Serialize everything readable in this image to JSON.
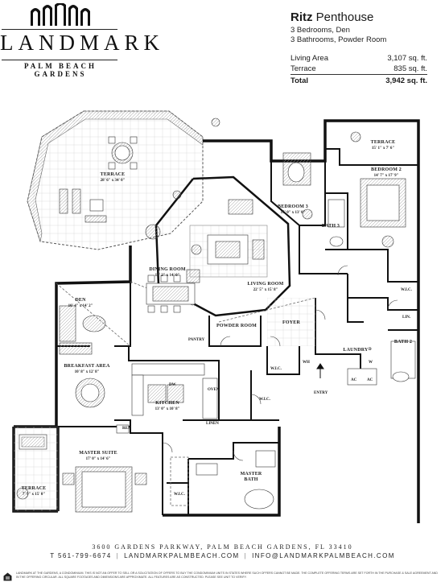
{
  "brand": {
    "wordmark": "LANDMARK",
    "subtitle": "PALM BEACH GARDENS"
  },
  "unit": {
    "name_bold": "Ritz",
    "name_rest": "Penthouse",
    "bedrooms": "3 Bedrooms, Den",
    "bathrooms": "3 Bathrooms, Powder Room",
    "areas": [
      {
        "label": "Living Area",
        "value": "3,107 sq. ft."
      },
      {
        "label": "Terrace",
        "value": "835 sq. ft."
      }
    ],
    "total": {
      "label": "Total",
      "value": "3,942 sq. ft."
    }
  },
  "rooms": {
    "terrace_main": {
      "name": "TERRACE",
      "dim": "28' 6\" x 34' 0\""
    },
    "terrace_top": {
      "name": "TERRACE",
      "dim": "15' 1\" x 7' 6\""
    },
    "bedroom2": {
      "name": "BEDROOM 2",
      "dim": "14' 7\" x 17' 9\""
    },
    "bedroom3": {
      "name": "BEDROOM 3",
      "dim": "15' 0\" x 13' 0\""
    },
    "bath3": {
      "name": "BATH 3"
    },
    "living": {
      "name": "LIVING ROOM",
      "dim": "22' 5\" x 15' 8\""
    },
    "dining": {
      "name": "DINING ROOM",
      "dim": "13' 2\" x 14' 0\""
    },
    "den": {
      "name": "DEN",
      "dim": "10' 4\" x 14' 2\""
    },
    "breakfast": {
      "name": "BREAKFAST AREA",
      "dim": "10' 8\" x 12' 8\""
    },
    "kitchen": {
      "name": "KITCHEN",
      "dim": "13' 0\" x 10' 8\""
    },
    "powder": {
      "name": "POWDER ROOM"
    },
    "foyer": {
      "name": "FOYER"
    },
    "laundry": {
      "name": "LAUNDRY"
    },
    "bath2": {
      "name": "BATH 2"
    },
    "master_suite": {
      "name": "MASTER SUITE",
      "dim": "17' 0\" x 14' 6\""
    },
    "master_bath": {
      "name": "MASTER",
      "name2": "BATH"
    },
    "terrace_bottom": {
      "name": "TERRACE",
      "dim": "7' 9\" x 15' 0\""
    }
  },
  "tags": {
    "pantry": "PANTRY",
    "wic_top": "W.I.C.",
    "wic_left": "W.I.C.",
    "wic_right": "W.I.C.",
    "wic_bottom": "W.I.C.",
    "wh": "WH",
    "entry": "ENTRY",
    "lin": "LIN.",
    "linen": "LINEN",
    "ref": "REF.",
    "oven": "OVEN",
    "dw": "DW",
    "ac1": "AC",
    "ac2": "AC",
    "d": "D",
    "w": "W"
  },
  "footer": {
    "address": "3600 GARDENS PARKWAY, PALM BEACH GARDENS, FL 33410",
    "phone": "T 561-799-6674",
    "web": "LANDMARKPALMBEACH.COM",
    "email": "INFO@LANDMARKPALMBEACH.COM",
    "legal": "LANDMARK AT THE GARDENS, A CONDOMINIUM. THIS IS NOT AN OFFER TO SELL OR A SOLICITATION OF OFFERS TO BUY THE CONDOMINIUM UNITS IN STATES WHERE SUCH OFFERS CANNOT BE MADE. THE COMPLETE OFFERING TERMS ARE SET FORTH IN THE PURCHASE & SALE AGREEMENT AND IN THE OFFERING CIRCULAR. ALL SQUARE FOOTAGES AND DIMENSIONS ARE APPROXIMATE. ALL FEATURES ARE AS CONSTRUCTED. PLEASE SEE UNIT TO VERIFY."
  },
  "icons": {
    "logo": "wave-skyline-logo",
    "housing": "equal-housing-icon",
    "entry_arrow": "arrow-up-icon"
  }
}
